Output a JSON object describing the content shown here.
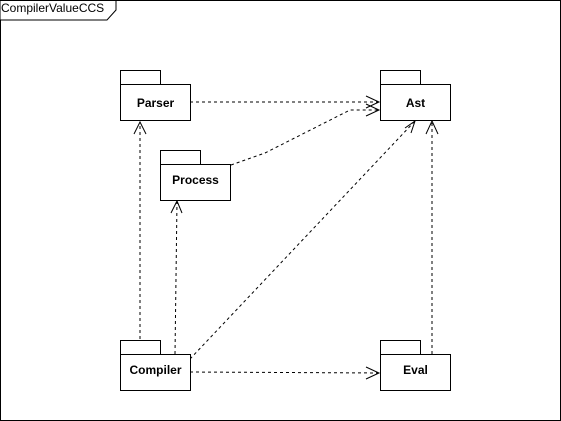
{
  "frame": {
    "title": "CompilerValueCCS"
  },
  "packages": {
    "parser": "Parser",
    "ast": "Ast",
    "process": "Process",
    "compiler": "Compiler",
    "eval": "Eval"
  },
  "dependencies": [
    {
      "from": "Parser",
      "to": "Ast"
    },
    {
      "from": "Process",
      "to": "Ast"
    },
    {
      "from": "Compiler",
      "to": "Parser"
    },
    {
      "from": "Compiler",
      "to": "Process"
    },
    {
      "from": "Compiler",
      "to": "Ast"
    },
    {
      "from": "Compiler",
      "to": "Eval"
    },
    {
      "from": "Eval",
      "to": "Ast"
    }
  ]
}
